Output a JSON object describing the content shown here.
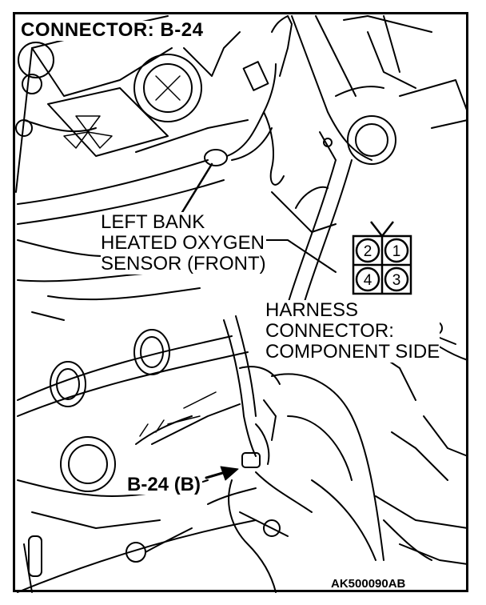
{
  "figure": {
    "title": "CONNECTOR: B-24",
    "sensor_label": [
      "LEFT BANK",
      "HEATED OXYGEN",
      "SENSOR (FRONT)"
    ],
    "harness_label": [
      "HARNESS",
      "CONNECTOR:",
      "COMPONENT SIDE"
    ],
    "connector_callout": "B-24 (B)",
    "figure_code": "AK500090AB"
  },
  "connector_pins": {
    "top_row": [
      "2",
      "1"
    ],
    "bottom_row": [
      "4",
      "3"
    ]
  }
}
